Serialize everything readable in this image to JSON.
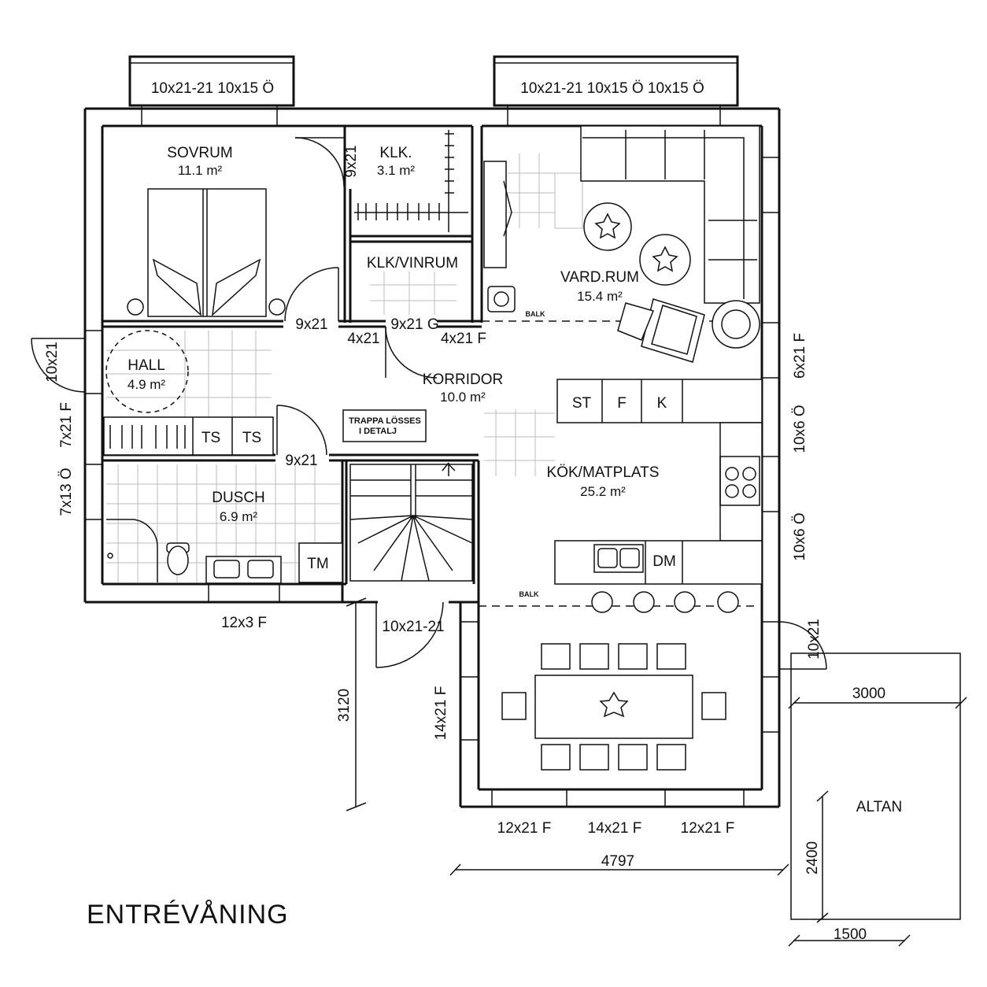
{
  "title": "ENTRÉVÅNING",
  "rooms": {
    "sovrum": {
      "name": "SOVRUM",
      "area": "11.1 m²"
    },
    "klk": {
      "name": "KLK.",
      "area": "3.1 m²"
    },
    "klk_vinrum": {
      "name": "KLK/VINRUM"
    },
    "vardrum": {
      "name": "VARD.RUM",
      "area": "15.4 m²"
    },
    "hall": {
      "name": "HALL",
      "area": "4.9 m²"
    },
    "korridor": {
      "name": "KORRIDOR",
      "area": "10.0 m²"
    },
    "dusch": {
      "name": "DUSCH",
      "area": "6.9 m²"
    },
    "kok": {
      "name": "KÖK/MATPLATS",
      "area": "25.2 m²"
    },
    "altan": {
      "name": "ALTAN"
    }
  },
  "windows": {
    "top_left": "10x21-21  10x15  Ö",
    "top_right": "10x21-21  10x15  Ö  10x15  Ö",
    "right_1": "6x21 F",
    "right_2": "10x6 Ö",
    "right_3": "10x6 Ö",
    "left_1": "7x21 F",
    "left_2": "7x13 Ö",
    "bottom_dusch": "12x3 F",
    "bottom_1": "12x21 F",
    "bottom_2": "14x21 F",
    "bottom_3": "12x21 F",
    "dining_left": "14x21 F"
  },
  "doors": {
    "klk": "9x21",
    "sovrum": "9x21",
    "d4x21": "4x21",
    "d9x21g": "9x21 G",
    "d4x21f": "4x21 F",
    "hall_ext": "10x21",
    "dusch": "9x21",
    "entry": "10x21-21",
    "altan": "10x21"
  },
  "fixtures": {
    "ts1": "TS",
    "ts2": "TS",
    "tm": "TM",
    "st": "ST",
    "f": "F",
    "k": "K",
    "dm": "DM"
  },
  "notes": {
    "trappa_1": "TRAPPA LÖSSES",
    "trappa_2": "I DETALJ",
    "balk_1": "BALK",
    "balk_2": "BALK"
  },
  "dimensions": {
    "d3120": "3120",
    "d4797": "4797",
    "d3000": "3000",
    "d2400": "2400",
    "d1500": "1500"
  }
}
